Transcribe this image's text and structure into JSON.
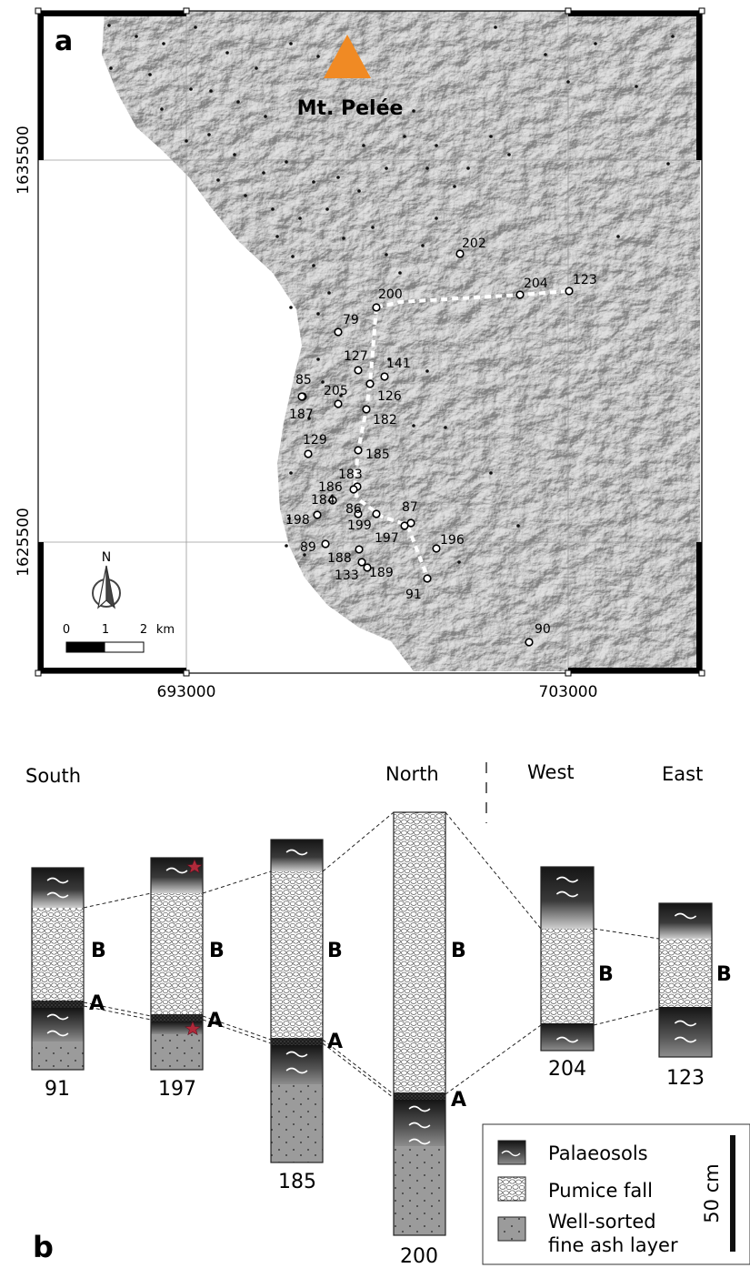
{
  "panel_a": {
    "label": "a",
    "volcano_name": "Mt. Pelée",
    "y_ticks": [
      "1635500",
      "1625500"
    ],
    "x_ticks": [
      "693000",
      "703000"
    ],
    "north_label": "N",
    "scale_labels": [
      "0",
      "1",
      "2",
      "km"
    ],
    "sites": [
      "202",
      "204",
      "123",
      "200",
      "79",
      "127",
      "141",
      "85",
      "205",
      "126",
      "187",
      "182",
      "129",
      "185",
      "183",
      "186",
      "184",
      "86",
      "87",
      "198",
      "199",
      "197",
      "196",
      "89",
      "188",
      "133",
      "189",
      "91",
      "90"
    ]
  },
  "panel_b": {
    "label": "b",
    "headers": {
      "south": "South",
      "north": "North",
      "west": "West",
      "east": "East"
    },
    "sections": [
      "91",
      "197",
      "185",
      "200",
      "204",
      "123"
    ],
    "unit_A": "A",
    "unit_B": "B",
    "legend": {
      "palaeosols": "Palaeosols",
      "pumice": "Pumice fall",
      "ash_line1": "Well-sorted",
      "ash_line2": "fine ash layer"
    },
    "scale_bar": "50 cm"
  },
  "colors": {
    "volcano": "#f08a24",
    "star": "#b02a3a",
    "soil_dark": "#151515",
    "ash": "#9a9a9a"
  }
}
